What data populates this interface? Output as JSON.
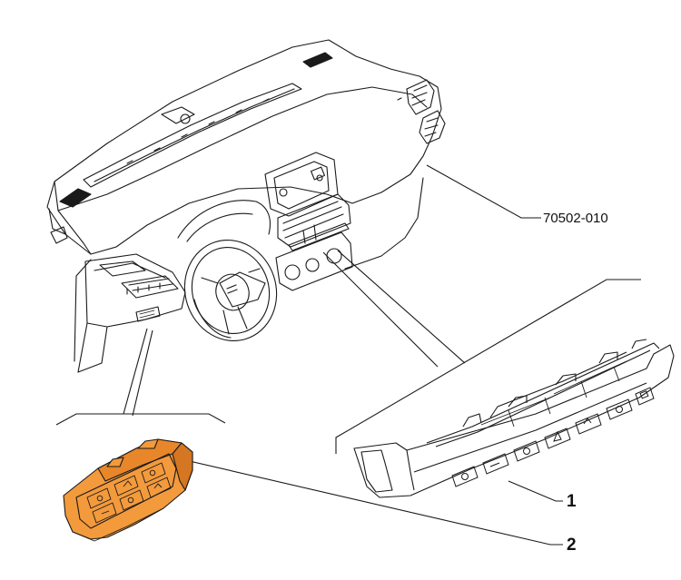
{
  "diagram": {
    "reference_code": "70502-010",
    "parts": [
      {
        "number": "1",
        "description": ""
      },
      {
        "number": "2",
        "description": ""
      }
    ],
    "colors": {
      "line": "#1a1a1a",
      "highlight": "#f39a3c",
      "highlight_dark": "#c0641a",
      "background": "#ffffff"
    }
  }
}
